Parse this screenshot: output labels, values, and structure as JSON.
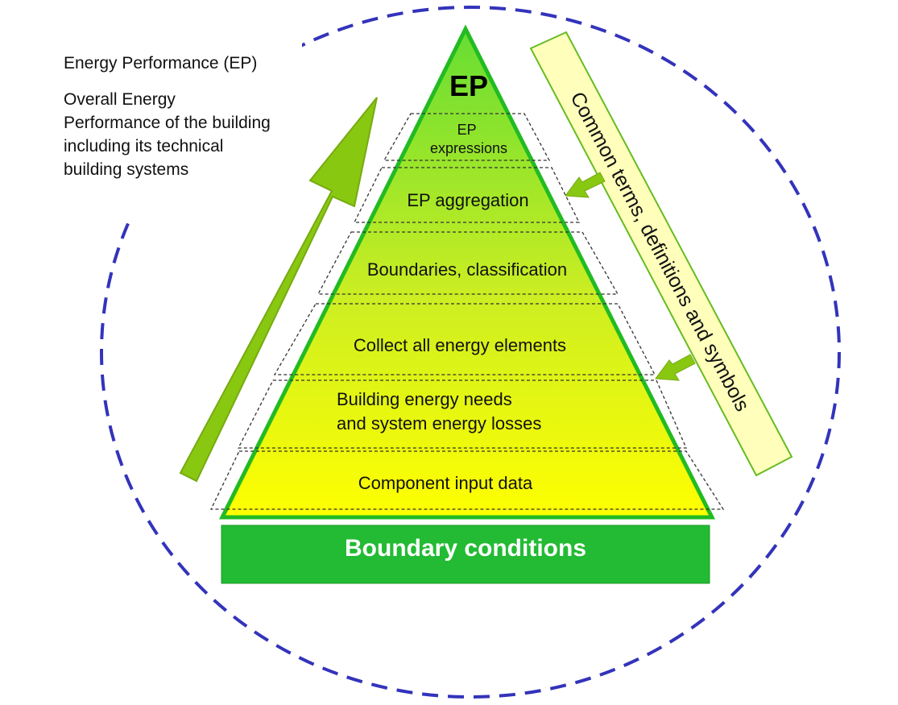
{
  "legend": {
    "heading": "Energy Performance (EP)",
    "description": "Overall Energy Performance of the building including its technical building systems"
  },
  "pyramid": {
    "apex_label": "EP",
    "levels": [
      {
        "lines": [
          "EP",
          "expressions"
        ]
      },
      {
        "lines": [
          "EP aggregation"
        ]
      },
      {
        "lines": [
          "Boundaries, classification"
        ]
      },
      {
        "lines": [
          "Collect all energy elements"
        ]
      },
      {
        "lines": [
          "Building energy needs",
          "and system energy losses"
        ]
      },
      {
        "lines": [
          "Component input data"
        ]
      }
    ]
  },
  "base": {
    "label": "Boundary conditions"
  },
  "side_band": {
    "label": "Common terms, definitions and symbols"
  },
  "colors": {
    "circle_dash": "#3333bb",
    "pyramid_top": "#66dd33",
    "pyramid_bottom": "#ffff00",
    "pyramid_outline": "#22bb22",
    "base_fill": "#22bb33",
    "band_fill": "#ffffbb",
    "band_outline": "#66bb22",
    "arrow_fill": "#88c811",
    "arrow_outline": "#77aa11"
  }
}
